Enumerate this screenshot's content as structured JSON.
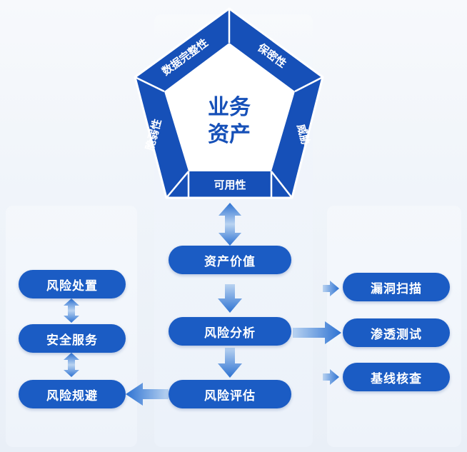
{
  "pentagon": {
    "center_line1": "业务",
    "center_line2": "资产",
    "edges": {
      "top_left": "数据完整性",
      "top_right": "保密性",
      "right": "威胁",
      "bottom": "可用性",
      "left": "脆弱性"
    }
  },
  "center_flow": [
    "资产价值",
    "风险分析",
    "风险评估"
  ],
  "left_column": [
    "风险处置",
    "安全服务",
    "风险规避"
  ],
  "right_column": [
    "漏洞扫描",
    "渗透测试",
    "基线核查"
  ],
  "colors": {
    "primary": "#1b5cc4",
    "pentagon_fill": "#1650b8",
    "arrow_light": "#9cc0ea",
    "arrow_dark": "#2d72d2",
    "background": "#eef3f9"
  }
}
